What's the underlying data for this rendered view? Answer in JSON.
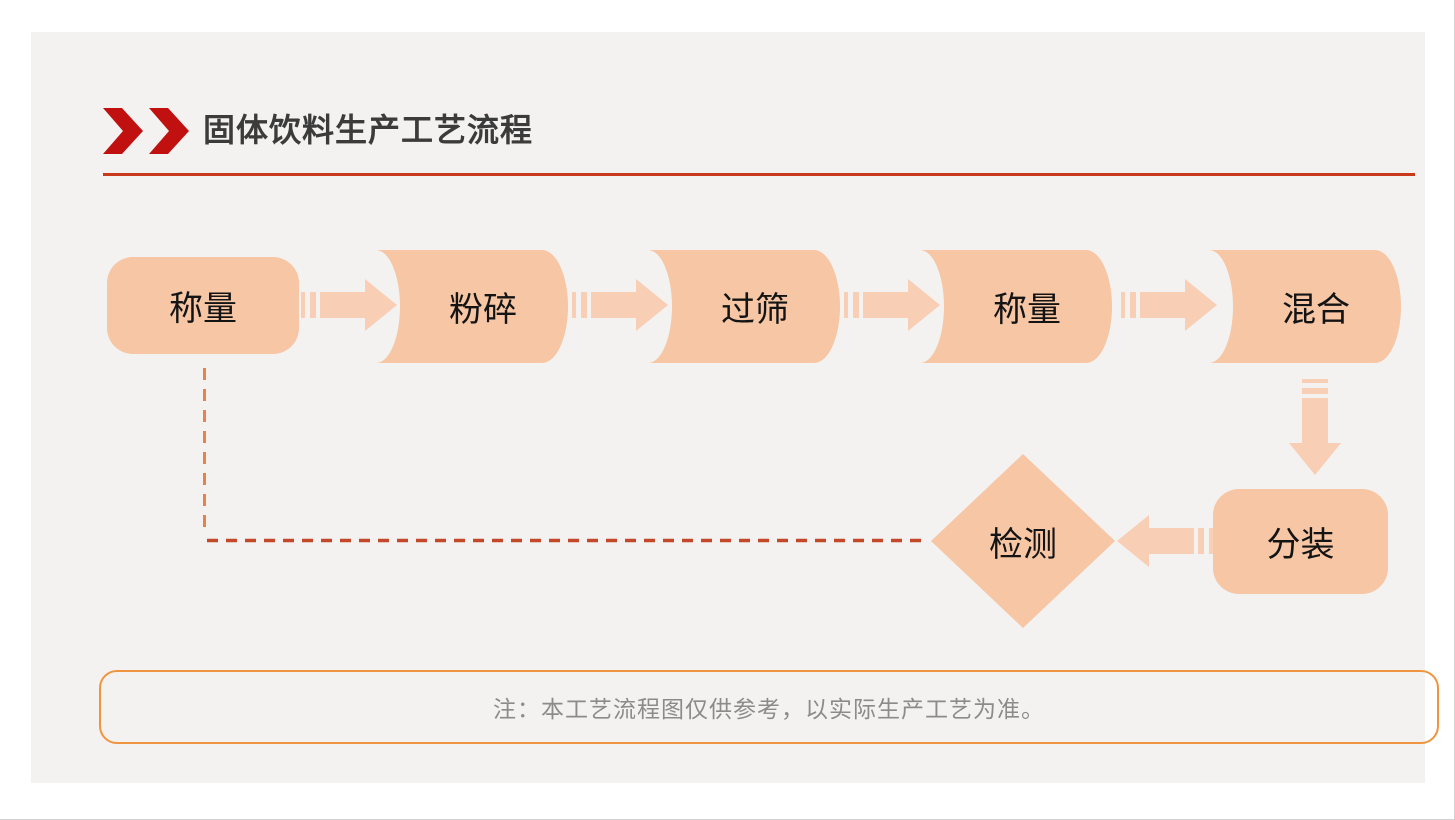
{
  "header": {
    "title": "固体饮料生产工艺流程"
  },
  "flow": {
    "steps": [
      {
        "label": "称量",
        "shape": "rounded-rectangle"
      },
      {
        "label": "粉碎",
        "shape": "cylinder"
      },
      {
        "label": "过筛",
        "shape": "cylinder"
      },
      {
        "label": "称量",
        "shape": "cylinder"
      },
      {
        "label": "混合",
        "shape": "cylinder"
      },
      {
        "label": "分装",
        "shape": "rounded-rectangle"
      },
      {
        "label": "检测",
        "shape": "diamond"
      }
    ],
    "connections": [
      "称量→粉碎",
      "粉碎→过筛",
      "过筛→称量",
      "称量→混合",
      "混合→分装",
      "分装→检测",
      "检测⇢称量(虚线反馈)"
    ]
  },
  "note": {
    "text": "注：本工艺流程图仅供参考，以实际生产工艺为准。"
  },
  "colors": {
    "node_fill": "#F6C6A5",
    "arrow_fill": "#F8CEB5",
    "chevron_red": "#C11010",
    "underline_red": "#C9391C",
    "note_border_orange": "#F0953F",
    "feedback_dash_vertical": "#E8824A",
    "feedback_dash_horizontal": "#C4492A",
    "panel_background": "#F3F2F1",
    "title_text": "#3B3B3B",
    "node_text": "#141414",
    "note_text": "#8B8B8B"
  }
}
